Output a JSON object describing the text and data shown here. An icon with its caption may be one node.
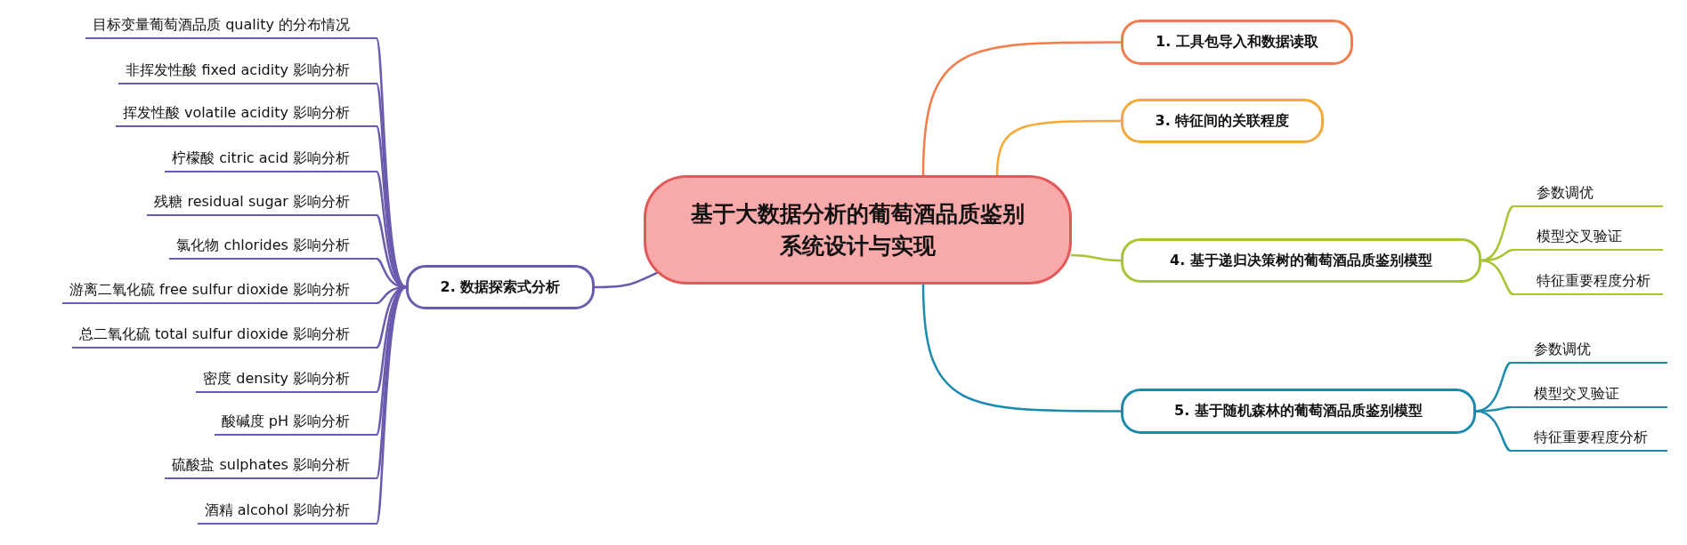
{
  "diagram": {
    "nodes": [
      {
        "text": [
          "基于大数据分析的葡萄酒品质鉴别系统设计与实现"
        ]
      },
      {
        "text": [
          "1. 工具包导入和数据读取"
        ]
      },
      {
        "text": [
          "2. 数据探索式分析"
        ]
      },
      {
        "text": [
          "3. 特征间的关联程度"
        ]
      },
      {
        "text": [
          "4. 基于递归决策树的葡萄酒品质鉴别模型"
        ]
      },
      {
        "text": [
          "5. 基于随机森林的葡萄酒品质鉴别模型"
        ]
      },
      {
        "text": [
          "目标变量葡萄酒品质 quality 的分布情况"
        ]
      },
      {
        "text": [
          "非挥发性酸 fixed acidity 影响分析"
        ]
      },
      {
        "text": [
          "挥发性酸 volatile acidity 影响分析"
        ]
      },
      {
        "text": [
          "柠檬酸 citric acid 影响分析"
        ]
      },
      {
        "text": [
          "残糖 residual sugar 影响分析"
        ]
      },
      {
        "text": [
          "氯化物 chlorides 影响分析"
        ]
      },
      {
        "text": [
          "游离二氧化硫 free sulfur dioxide 影响分析"
        ]
      },
      {
        "text": [
          "总二氧化硫 total sulfur dioxide 影响分析"
        ]
      },
      {
        "text": [
          "密度 density 影响分析"
        ]
      },
      {
        "text": [
          "酸碱度 pH 影响分析"
        ]
      },
      {
        "text": [
          "硫酸盐 sulphates 影响分析"
        ]
      },
      {
        "text": [
          "酒精 alcohol 影响分析"
        ]
      },
      {
        "text": [
          "参数调优"
        ]
      },
      {
        "text": [
          "模型交叉验证"
        ]
      },
      {
        "text": [
          "特征重要程度分析"
        ]
      },
      {
        "text": [
          "参数调优"
        ]
      },
      {
        "text": [
          "模型交叉验证"
        ]
      },
      {
        "text": [
          "特征重要程度分析"
        ]
      }
    ],
    "edges": [
      {
        "from": 0,
        "to": 1,
        "arrow": "none",
        "color": "#f47c4a"
      },
      {
        "from": 0,
        "to": 2,
        "arrow": "none",
        "color": "#6b5aad"
      },
      {
        "from": 0,
        "to": 3,
        "arrow": "none",
        "color": "#f5a93a"
      },
      {
        "from": 0,
        "to": 4,
        "arrow": "none",
        "color": "#a6c531"
      },
      {
        "from": 0,
        "to": 5,
        "arrow": "none",
        "color": "#1a8aad"
      },
      {
        "from": 2,
        "to": 6,
        "arrow": "none",
        "color": "#6b5aad"
      },
      {
        "from": 2,
        "to": 7,
        "arrow": "none",
        "color": "#6b5aad"
      },
      {
        "from": 2,
        "to": 8,
        "arrow": "none",
        "color": "#6b5aad"
      },
      {
        "from": 2,
        "to": 9,
        "arrow": "none",
        "color": "#6b5aad"
      },
      {
        "from": 2,
        "to": 10,
        "arrow": "none",
        "color": "#6b5aad"
      },
      {
        "from": 2,
        "to": 11,
        "arrow": "none",
        "color": "#6b5aad"
      },
      {
        "from": 2,
        "to": 12,
        "arrow": "none",
        "color": "#6b5aad"
      },
      {
        "from": 2,
        "to": 13,
        "arrow": "none",
        "color": "#6b5aad"
      },
      {
        "from": 2,
        "to": 14,
        "arrow": "none",
        "color": "#6b5aad"
      },
      {
        "from": 2,
        "to": 15,
        "arrow": "none",
        "color": "#6b5aad"
      },
      {
        "from": 2,
        "to": 16,
        "arrow": "none",
        "color": "#6b5aad"
      },
      {
        "from": 2,
        "to": 17,
        "arrow": "none",
        "color": "#6b5aad"
      },
      {
        "from": 4,
        "to": 18,
        "arrow": "none",
        "color": "#a6c531"
      },
      {
        "from": 4,
        "to": 19,
        "arrow": "none",
        "color": "#a6c531"
      },
      {
        "from": 4,
        "to": 20,
        "arrow": "none",
        "color": "#a6c531"
      },
      {
        "from": 5,
        "to": 21,
        "arrow": "none",
        "color": "#1a8aad"
      },
      {
        "from": 5,
        "to": 22,
        "arrow": "none",
        "color": "#1a8aad"
      },
      {
        "from": 5,
        "to": 23,
        "arrow": "none",
        "color": "#1a8aad"
      }
    ]
  }
}
